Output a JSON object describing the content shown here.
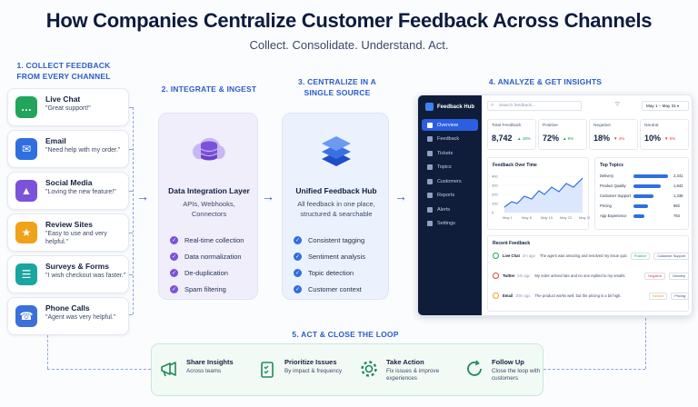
{
  "title": "How Companies Centralize Customer Feedback Across Channels",
  "subtitle": "Collect. Consolidate. Understand. Act.",
  "step1": {
    "line1": "1. COLLECT FEEDBACK",
    "line2": "FROM EVERY CHANNEL"
  },
  "step2": {
    "heading": "2. INTEGRATE & INGEST"
  },
  "step3": {
    "line1": "3. CENTRALIZE IN A",
    "line2": "SINGLE SOURCE"
  },
  "step4": {
    "heading": "4. ANALYZE & GET INSIGHTS"
  },
  "step5": {
    "heading": "5. ACT & CLOSE THE LOOP"
  },
  "sources": [
    {
      "name": "Live Chat",
      "quote": "\"Great support!\"",
      "color": "#22a55b",
      "icon": "chat-icon"
    },
    {
      "name": "Email",
      "quote": "\"Need help with my order.\"",
      "color": "#2f6fe0",
      "icon": "mail-icon"
    },
    {
      "name": "Social Media",
      "quote": "\"Loving the new feature!\"",
      "color": "#7b52d9",
      "icon": "thumbs-up-icon"
    },
    {
      "name": "Review Sites",
      "quote": "\"Easy to use and very helpful.\"",
      "color": "#f0a21a",
      "icon": "star-icon"
    },
    {
      "name": "Surveys & Forms",
      "quote": "\"I wish checkout was faster.\"",
      "color": "#19a5a0",
      "icon": "form-icon"
    },
    {
      "name": "Phone Calls",
      "quote": "\"Agent was very helpful.\"",
      "color": "#3b70d9",
      "icon": "phone-icon"
    }
  ],
  "integration": {
    "title": "Data Integration Layer",
    "desc1": "APIs, Webhooks,",
    "desc2": "Connectors",
    "features": [
      "Real-time collection",
      "Data normalization",
      "De-duplication",
      "Spam filtering"
    ]
  },
  "hub": {
    "title": "Unified Feedback Hub",
    "desc1": "All feedback in one place,",
    "desc2": "structured & searchable",
    "features": [
      "Consistent tagging",
      "Sentiment analysis",
      "Topic detection",
      "Customer context"
    ]
  },
  "dashboard": {
    "brand": "Feedback Hub",
    "search_placeholder": "Search feedback...",
    "date_range": "May 1 – May 31",
    "nav": [
      "Overview",
      "Feedback",
      "Tickets",
      "Topics",
      "Customers",
      "Reports",
      "Alerts",
      "Settings"
    ],
    "kpis": [
      {
        "label": "Total Feedback",
        "value": "8,742",
        "delta": "▲ 18%",
        "color": "#1f9d55"
      },
      {
        "label": "Positive",
        "value": "72%",
        "delta": "▲ 9%",
        "color": "#1f9d55"
      },
      {
        "label": "Negative",
        "value": "18%",
        "delta": "▼ 4%",
        "color": "#d94141"
      },
      {
        "label": "Neutral",
        "value": "10%",
        "delta": "▼ 5%",
        "color": "#d94141"
      }
    ],
    "chart": {
      "title": "Feedback Over Time",
      "y_ticks": [
        "400",
        "300",
        "200",
        "100",
        "0"
      ],
      "x_ticks": [
        "May 1",
        "May 8",
        "May 15",
        "May 22",
        "May 29"
      ]
    },
    "topics": {
      "title": "Top Topics",
      "items": [
        {
          "name": "Delivery",
          "count": "2,341",
          "frac": 0.95
        },
        {
          "name": "Product Quality",
          "count": "1,842",
          "frac": 0.75
        },
        {
          "name": "Customer Support",
          "count": "1,336",
          "frac": 0.55
        },
        {
          "name": "Pricing",
          "count": "982",
          "frac": 0.4
        },
        {
          "name": "App Experience",
          "count": "764",
          "frac": 0.31
        }
      ]
    },
    "recent": {
      "title": "Recent Feedback",
      "items": [
        {
          "source": "Live Chat",
          "time": "2m ago",
          "text": "The agent was amazing and resolved my issue quickly!",
          "sentiment": "Positive",
          "topic": "Customer Support",
          "color": "#22a55b"
        },
        {
          "source": "Twitter",
          "time": "5m ago",
          "text": "My order arrived late and no one replied to my emails.",
          "sentiment": "Negative",
          "topic": "Delivery",
          "color": "#d94141"
        },
        {
          "source": "Email",
          "time": "20m ago",
          "text": "The product works well, but the pricing is a bit high.",
          "sentiment": "Neutral",
          "topic": "Pricing",
          "color": "#f0a21a"
        }
      ]
    }
  },
  "actions": [
    {
      "name": "Share Insights",
      "desc1": "Across teams",
      "desc2": "",
      "icon": "megaphone-icon"
    },
    {
      "name": "Prioritize Issues",
      "desc1": "By impact & frequency",
      "desc2": "",
      "icon": "clipboard-icon"
    },
    {
      "name": "Take Action",
      "desc1": "Fix issues & improve",
      "desc2": "experiences",
      "icon": "gear-icon"
    },
    {
      "name": "Follow Up",
      "desc1": "Close the loop with",
      "desc2": "customers",
      "icon": "refresh-icon"
    }
  ]
}
